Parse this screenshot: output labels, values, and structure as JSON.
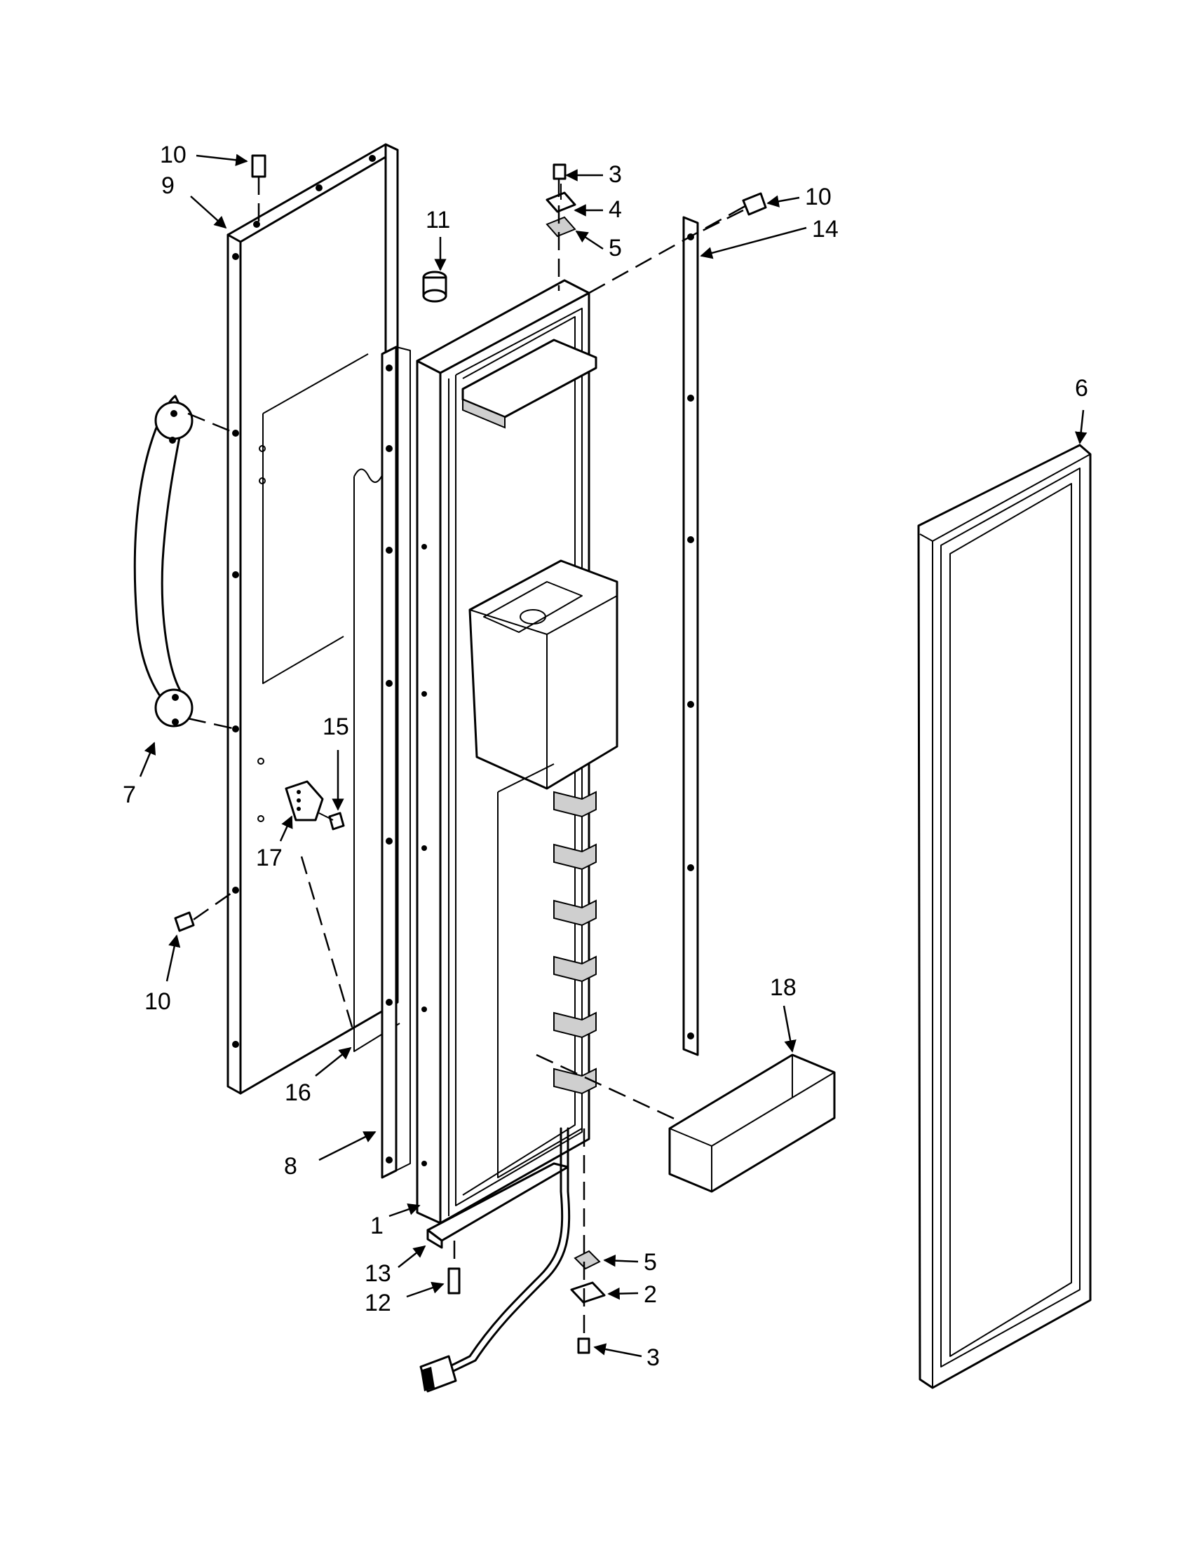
{
  "diagram": {
    "callouts": [
      {
        "id": "c10a",
        "text": "10"
      },
      {
        "id": "c9",
        "text": "9"
      },
      {
        "id": "c11",
        "text": "11"
      },
      {
        "id": "c3a",
        "text": "3"
      },
      {
        "id": "c4",
        "text": "4"
      },
      {
        "id": "c5a",
        "text": "5"
      },
      {
        "id": "c10b",
        "text": "10"
      },
      {
        "id": "c14",
        "text": "14"
      },
      {
        "id": "c6",
        "text": "6"
      },
      {
        "id": "c15",
        "text": "15"
      },
      {
        "id": "c7",
        "text": "7"
      },
      {
        "id": "c17",
        "text": "17"
      },
      {
        "id": "c10c",
        "text": "10"
      },
      {
        "id": "c18",
        "text": "18"
      },
      {
        "id": "c16",
        "text": "16"
      },
      {
        "id": "c8",
        "text": "8"
      },
      {
        "id": "c1",
        "text": "1"
      },
      {
        "id": "c5b",
        "text": "5"
      },
      {
        "id": "c13",
        "text": "13"
      },
      {
        "id": "c2",
        "text": "2"
      },
      {
        "id": "c12",
        "text": "12"
      },
      {
        "id": "c3b",
        "text": "3"
      }
    ]
  }
}
